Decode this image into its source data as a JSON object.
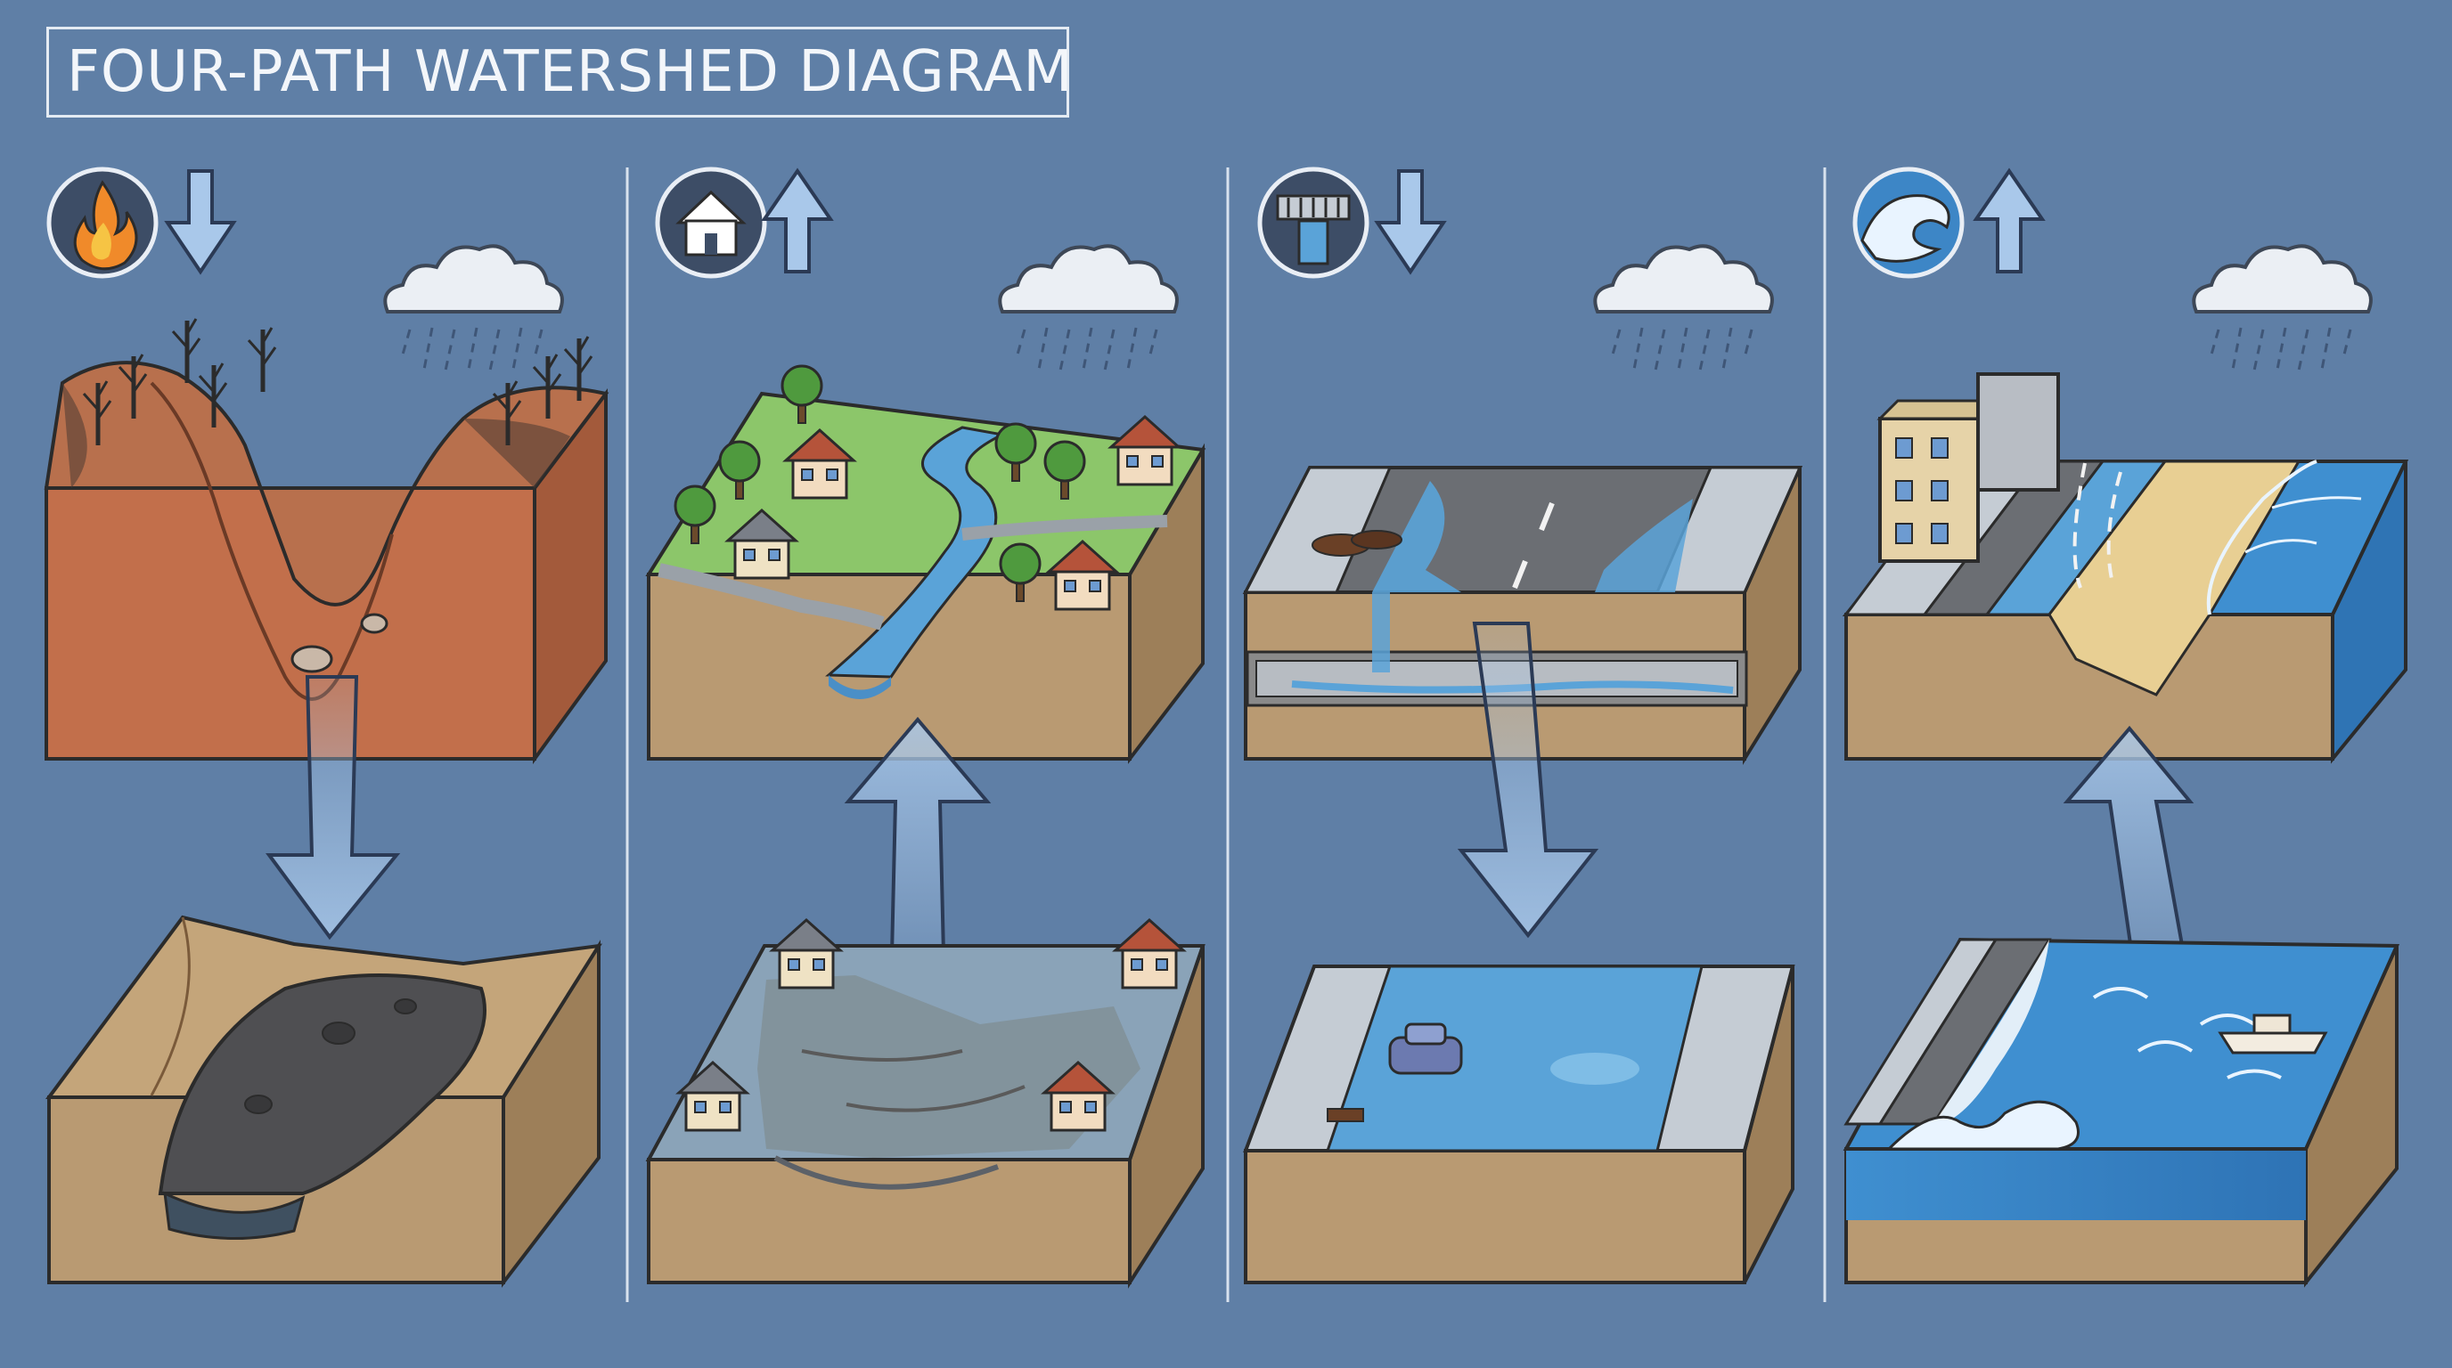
{
  "title": "FOUR-PATH WATERSHED DIAGRAM",
  "colors": {
    "background": "#5f7fa6",
    "arrow_fill": "#a9c8ea",
    "soil": "#b99a72",
    "grass": "#8cc66a",
    "water": "#5aa3d8",
    "road": "#6b6e73",
    "burned_cliff": "#c16f4b"
  },
  "panels": [
    {
      "id": "wildfire",
      "badge_icon": "flame-icon",
      "direction": "down",
      "top_scene": "burned-hillside",
      "bottom_scene": "debris-flow-channel"
    },
    {
      "id": "neighborhood",
      "badge_icon": "house-icon",
      "direction": "up",
      "top_scene": "river-through-neighborhood",
      "bottom_scene": "flooded-streets"
    },
    {
      "id": "stormdrain",
      "badge_icon": "storm-drain-icon",
      "direction": "down",
      "top_scene": "clogged-storm-drain-road",
      "bottom_scene": "flooded-road-with-car"
    },
    {
      "id": "coastal",
      "badge_icon": "wave-icon",
      "direction": "up",
      "top_scene": "coastal-road-and-beach",
      "bottom_scene": "storm-surge-over-road"
    }
  ]
}
